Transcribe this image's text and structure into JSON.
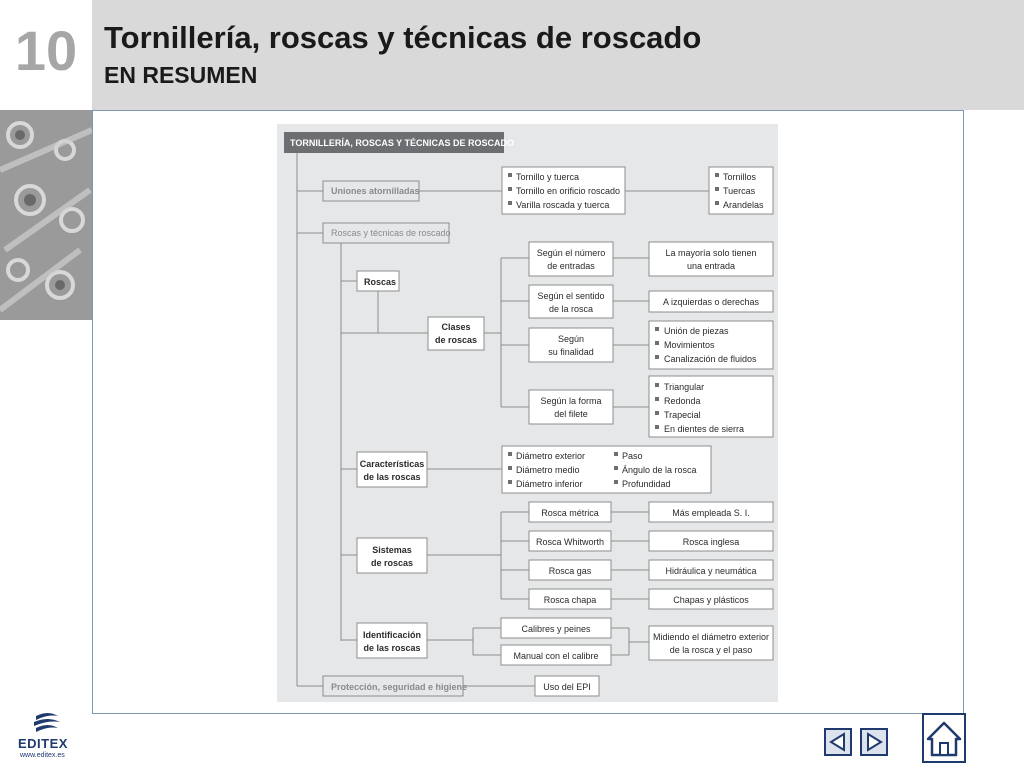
{
  "header": {
    "chapter_number": "10",
    "title": "Tornillería, roscas y técnicas de roscado",
    "subtitle": "EN RESUMEN"
  },
  "logo": {
    "name": "EDITEX",
    "url": "www.editex.es"
  },
  "nav": {
    "prev_icon": "arrow-left-icon",
    "next_icon": "arrow-right-icon",
    "home_icon": "home-icon"
  },
  "diagram": {
    "title": "TORNILLERÍA, ROSCAS Y TÉCNICAS DE ROSCADO",
    "uniones": {
      "label": "Uniones atornilladas",
      "items": [
        "Tornillo y tuerca",
        "Tornillo en orificio roscado",
        "Varilla roscada y tuerca"
      ],
      "elements": [
        "Tornillos",
        "Tuercas",
        "Arandelas"
      ]
    },
    "roscas_tecnicas": {
      "label": "Roscas y técnicas de roscado"
    },
    "roscas": {
      "label": "Roscas",
      "clases": "Clases de roscas",
      "segun_entradas": "Según el número de entradas",
      "segun_entradas_res": "La mayoría solo tienen una entrada",
      "segun_sentido": "Según el sentido de la rosca",
      "segun_sentido_res": "A izquierdas o derechas",
      "segun_finalidad": "Según su finalidad",
      "finalidad_items": [
        "Unión de piezas",
        "Movimientos",
        "Canalización de fluidos"
      ],
      "segun_forma": "Según la forma del filete",
      "forma_items": [
        "Triangular",
        "Redonda",
        "Trapecial",
        "En dientes de sierra"
      ]
    },
    "caracteristicas": {
      "label": "Características de las roscas",
      "col1": [
        "Diámetro exterior",
        "Diámetro medio",
        "Diámetro inferior"
      ],
      "col2": [
        "Paso",
        "Ángulo de la rosca",
        "Profundidad"
      ]
    },
    "sistemas": {
      "label": "Sistemas de roscas",
      "rows": [
        {
          "name": "Rosca métrica",
          "desc": "Más empleada S. I."
        },
        {
          "name": "Rosca Whitworth",
          "desc": "Rosca inglesa"
        },
        {
          "name": "Rosca gas",
          "desc": "Hidráulica y neumática"
        },
        {
          "name": "Rosca chapa",
          "desc": "Chapas y plásticos"
        }
      ]
    },
    "identificacion": {
      "label": "Identificación de las roscas",
      "methods": [
        "Calibres y peines",
        "Manual con el calibre"
      ],
      "result": "Midiendo el diámetro exterior de la rosca y el paso"
    },
    "proteccion": {
      "label": "Protección, seguridad e higiene",
      "item": "Uso del EPI"
    }
  }
}
